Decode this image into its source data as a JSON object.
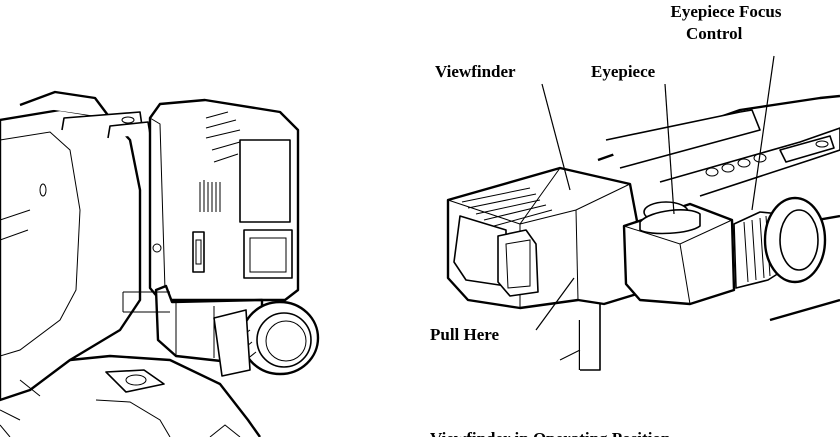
{
  "labels": {
    "eyepiece_focus_line1": "Eyepiece Focus",
    "eyepiece_focus_line2": "Control",
    "viewfinder": "Viewfinder",
    "eyepiece": "Eyepiece",
    "pull_here": "Pull Here",
    "caption": "Viewfinder in Operating Position"
  }
}
